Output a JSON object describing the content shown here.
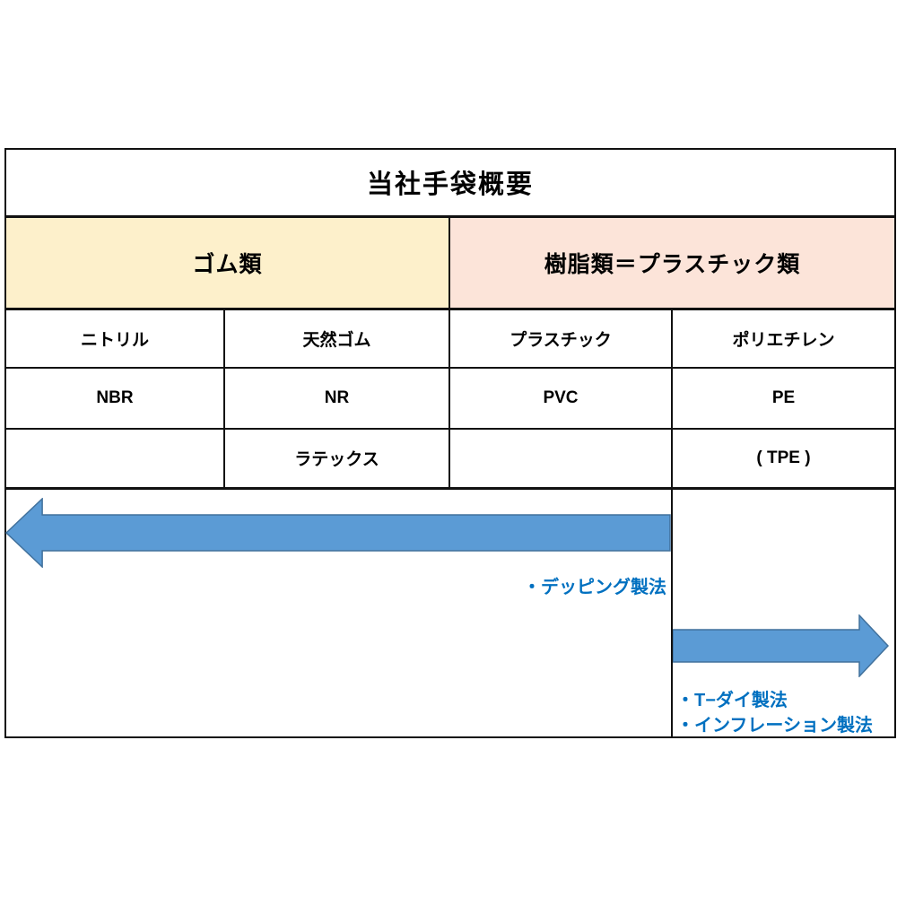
{
  "title": "当社手袋概要",
  "groups": [
    {
      "label": "ゴム類",
      "bg": "#fdf0cb"
    },
    {
      "label": "樹脂類＝プラスチック類",
      "bg": "#fce4d9"
    }
  ],
  "columns": [
    {
      "name": "ニトリル",
      "code": "NBR",
      "extra": ""
    },
    {
      "name": "天然ゴム",
      "code": "NR",
      "extra": "ラテックス"
    },
    {
      "name": "プラスチック",
      "code": "PVC",
      "extra": ""
    },
    {
      "name": "ポリエチレン",
      "code": "PE",
      "extra": "( TPE )"
    }
  ],
  "processes": {
    "left": {
      "label": "・デッピング製法",
      "arrow_direction": "left"
    },
    "right": {
      "labels": [
        "・T−ダイ製法",
        "・インフレーション製法"
      ],
      "arrow_direction": "right"
    }
  },
  "icons": {
    "left_arrow": "wide-left-arrow",
    "right_arrow": "wide-right-arrow"
  },
  "colors": {
    "rubber_header_bg": "#fdf0cb",
    "plastic_header_bg": "#fce4d9",
    "arrow_fill": "#5b9bd5",
    "arrow_stroke": "#41719c",
    "process_text": "#0070c0",
    "border": "#111111"
  }
}
